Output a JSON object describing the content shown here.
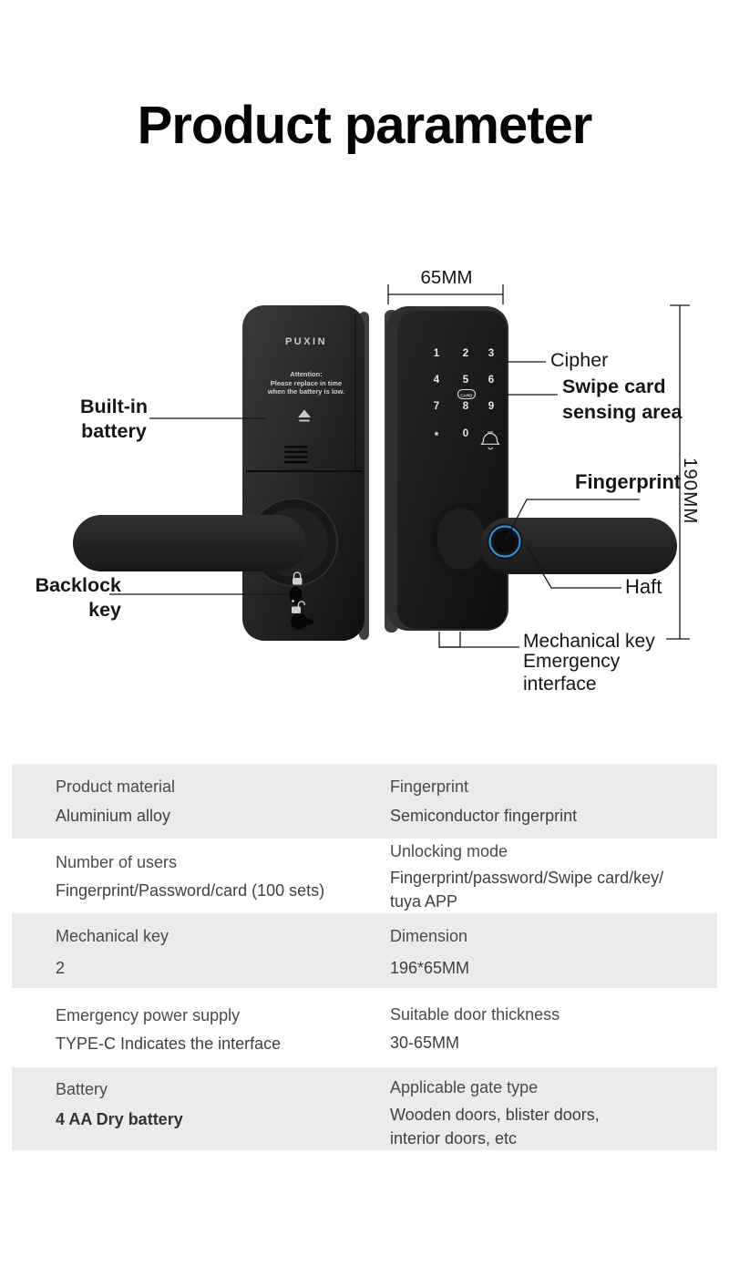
{
  "page": {
    "title": "Product parameter"
  },
  "illustration": {
    "dimensions": {
      "width_label": "65MM",
      "height_label": "190MM"
    },
    "back_lock": {
      "brand": "PUXIN",
      "attention_lines": [
        "Attention:",
        "Please replace in time",
        "when the battery is low."
      ]
    },
    "front_lock": {
      "keypad": {
        "digits": [
          "1",
          "2",
          "3",
          "4",
          "5",
          "6",
          "7",
          "8",
          "9"
        ],
        "star": "*",
        "zero": "0",
        "card_label": "CARD"
      }
    },
    "callouts": {
      "built_in_battery": [
        "Built-in",
        "battery"
      ],
      "backlock_key": [
        "Backlock",
        "key"
      ],
      "cipher": "Cipher",
      "swipe_card": [
        "Swipe card",
        "sensing area"
      ],
      "fingerprint": "Fingerprint",
      "haft": "Haft",
      "mechanical_key": "Mechanical key",
      "emergency_interface": [
        "Emergency",
        "interface"
      ]
    },
    "colors": {
      "fingerprint_ring": "#2E8FD6",
      "lock_body": "#1c1c1c",
      "table_row_gray": "#ECEBEB"
    }
  },
  "table": {
    "rows": [
      {
        "left": {
          "label": "Product material",
          "lines": [
            "Aluminium alloy"
          ]
        },
        "right": {
          "label": "Fingerprint",
          "lines": [
            "Semiconductor fingerprint"
          ]
        }
      },
      {
        "left": {
          "label": "Number of users",
          "lines": [
            "Fingerprint/Password/card (100 sets)"
          ]
        },
        "right": {
          "label": "Unlocking mode",
          "lines": [
            "Fingerprint/password/Swipe card/key/",
            "tuya APP"
          ]
        }
      },
      {
        "left": {
          "label": "Mechanical key",
          "lines": [
            "2"
          ]
        },
        "right": {
          "label": "Dimension",
          "lines": [
            "196*65MM"
          ]
        }
      },
      {
        "left": {
          "label": "Emergency power supply",
          "lines": [
            "TYPE-C Indicates the interface"
          ]
        },
        "right": {
          "label": "Suitable door thickness",
          "lines": [
            "30-65MM"
          ]
        }
      },
      {
        "left": {
          "label": "Battery",
          "lines": [
            "4 AA Dry battery"
          ]
        },
        "right": {
          "label": "Applicable gate type",
          "lines": [
            "Wooden doors, blister doors,",
            "interior doors, etc"
          ]
        }
      }
    ]
  }
}
